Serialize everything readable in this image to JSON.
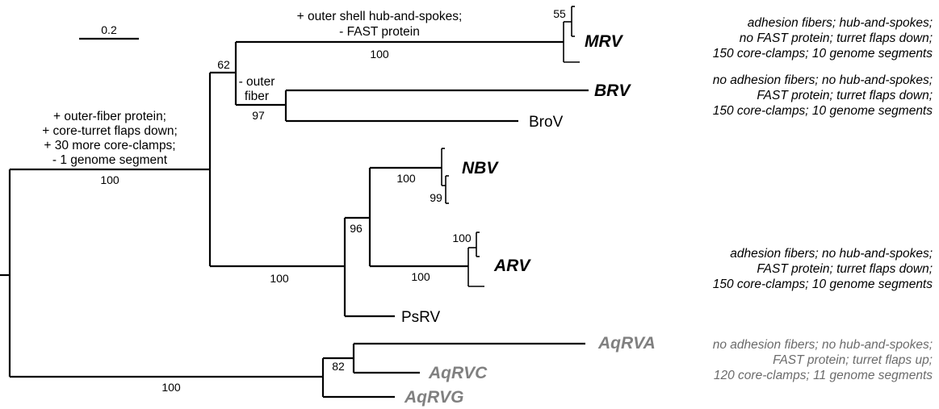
{
  "scale_bar": {
    "label": "0.2"
  },
  "taxa": {
    "mrv": "MRV",
    "brv": "BRV",
    "brov": "BroV",
    "nbv": "NBV",
    "arv": "ARV",
    "psrv": "PsRV",
    "aqrva": "AqRVA",
    "aqrvc": "AqRVC",
    "aqrvg": "AqRVG"
  },
  "bootstrap": {
    "root_upper": "100",
    "ortho_node": "62",
    "mrv_clade": "55",
    "mrv_branch": "100",
    "brv_clade": "97",
    "nbv_clade": "100",
    "nbv_inner": "99",
    "arv_node": "100",
    "arv_branch": "100",
    "nbv_arv_node": "96",
    "lower_clade": "100",
    "aqrv_node": "82",
    "root_lower": "100"
  },
  "annotations": {
    "root_gain": [
      "+ outer-fiber protein;",
      "+ core-turret flaps down;",
      "+ 30 more core-clamps;",
      "- 1 genome segment"
    ],
    "mrv_gain": [
      "+ outer shell hub-and-spokes;",
      "- FAST protein"
    ],
    "brv_loss": [
      "- outer",
      "fiber"
    ]
  },
  "traits": {
    "mrv": [
      "adhesion fibers; hub-and-spokes;",
      "no FAST protein; turret flaps down;",
      "150 core-clamps; 10 genome segments"
    ],
    "brv": [
      "no adhesion fibers; no hub-and-spokes;",
      "FAST protein; turret flaps down;",
      "150 core-clamps; 10 genome segments"
    ],
    "arv": [
      "adhesion fibers; no hub-and-spokes;",
      "FAST protein; turret flaps down;",
      "150 core-clamps; 10 genome segments"
    ],
    "aqrv": [
      "no adhesion fibers; no hub-and-spokes;",
      "FAST protein; turret flaps up;",
      "120 core-clamps; 11 genome segments"
    ]
  },
  "colors": {
    "branch": "#000000",
    "aquareovirus_label": "#808080",
    "aquareovirus_trait": "#6b6b6b"
  }
}
